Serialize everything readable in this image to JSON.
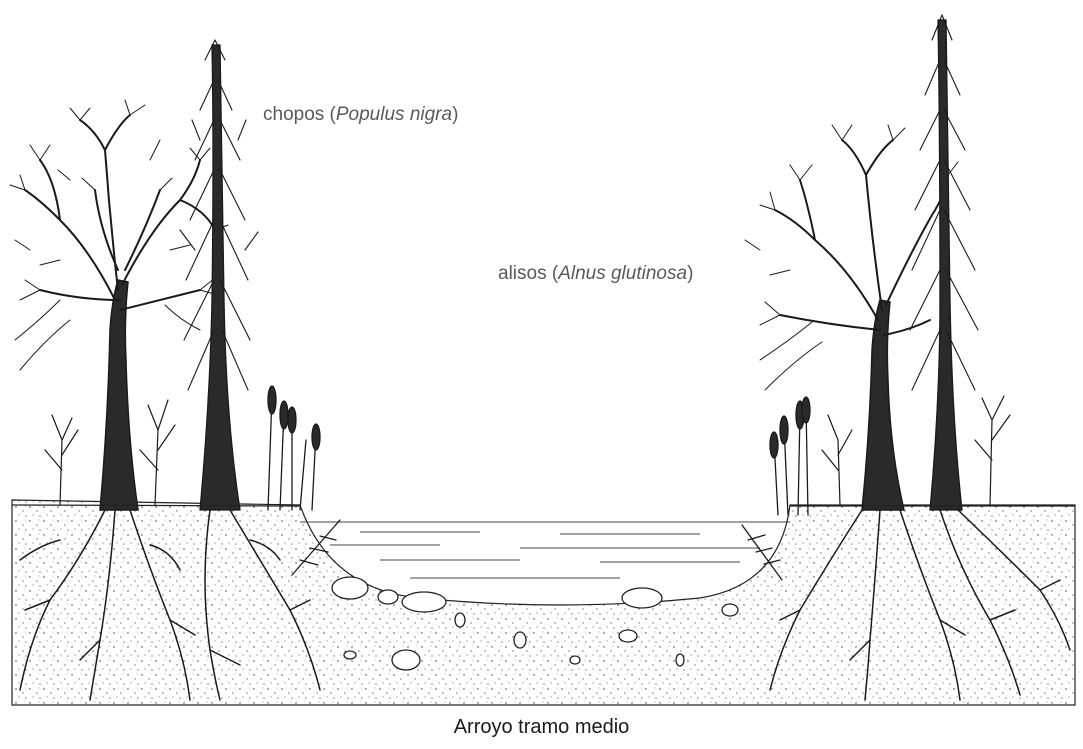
{
  "labels": {
    "chopos": {
      "common": "chopos (",
      "latin": "Populus nigra",
      "close": ")"
    },
    "alisos": {
      "common": "alisos (",
      "latin": "Alnus glutinosa",
      "close": ")"
    }
  },
  "caption": "Arroyo tramo medio"
}
